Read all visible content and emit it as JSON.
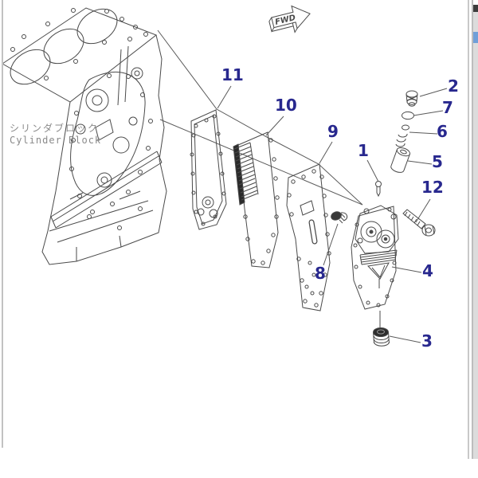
{
  "labels": {
    "block_jp": "シリンダブロック",
    "block_en": "Cylinder Block",
    "fwd": "FWD"
  },
  "callouts": [
    {
      "number": "1"
    },
    {
      "number": "2"
    },
    {
      "number": "3"
    },
    {
      "number": "4"
    },
    {
      "number": "5"
    },
    {
      "number": "6"
    },
    {
      "number": "7"
    },
    {
      "number": "8"
    },
    {
      "number": "9"
    },
    {
      "number": "10"
    },
    {
      "number": "11"
    },
    {
      "number": "12"
    }
  ],
  "colors": {
    "background": "#ffffff",
    "line_art": "#4a4a4a",
    "callout_text": "#28288e",
    "block_label_text": "#8a8a8a",
    "border_line": "#c2c2c2",
    "scrollbar_track": "#dcdcdc",
    "scrollbar_thumb_dark": "#3c3c3c",
    "scrollbar_thumb_blue": "#6f9fd8"
  }
}
